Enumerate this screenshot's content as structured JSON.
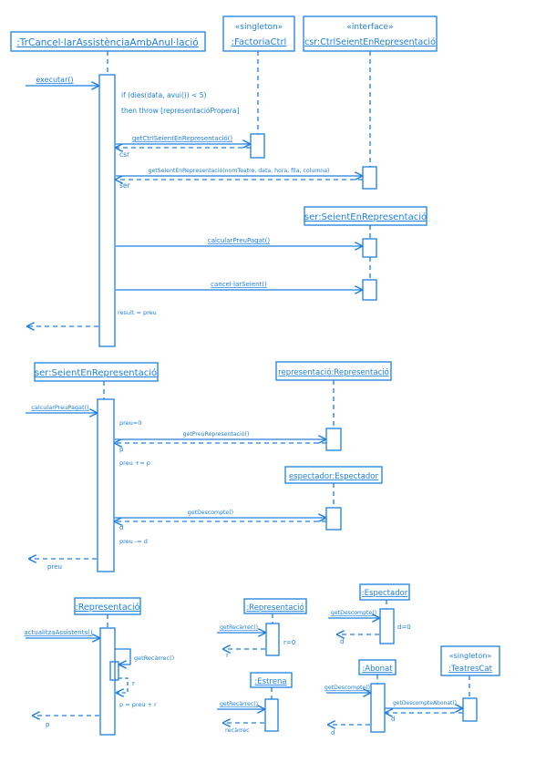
{
  "colors": {
    "ink": "#1e7fe0",
    "background": "#ffffff"
  },
  "d1": {
    "obj_trcancel": ":TrCancel·larAssistènciaAmbAnul·lació",
    "obj_factoria_stereo": "«singleton»",
    "obj_factoria": ":FactoriaCtrl",
    "obj_ctrl_stereo": "«interface»",
    "obj_ctrl": "csr:CtrlSeientEnRepresentació",
    "obj_ser": "ser:SeientEnRepresentació",
    "msg_executar": "executar()",
    "guard_line1": "if (dies(data, avui()) < 5)",
    "guard_line2": "then throw [representacióPropera]",
    "msg_getctrl": "getCtrlSeientEnRepresentació()",
    "ret_csr": "csr",
    "msg_getseient": "getSeientEnRepresentació(nomTeatre, data, hora, fila, columna)",
    "ret_ser": "ser",
    "msg_calcular": "calcularPreuPagat()",
    "msg_cancel": "cancel·larSeient()",
    "note_result": "result = preu"
  },
  "d2": {
    "obj_ser": "ser:SeientEnRepresentació",
    "obj_repr": "representació:Representació",
    "obj_espect": "espectador:Espectador",
    "msg_calcular": "calcularPreuPagat()",
    "note_preu0": "preu=0",
    "msg_getpreu": "getPreuRepresentació()",
    "ret_p": "p",
    "note_preu_plus": "preu += p",
    "msg_getdescompte": "getDescompte()",
    "ret_d": "d",
    "note_preu_minus": "preu -= d",
    "ret_preu": "preu"
  },
  "d3": {
    "obj_repr": ":Representació",
    "msg_actualitza": "actualitzaAssistents()",
    "msg_getrecarrec": "getRecàrrec()",
    "ret_r": "r",
    "note_p": "p = preu + r",
    "ret_p": "p"
  },
  "d4": {
    "obj_repr": ":Representació",
    "msg_getrecarrec": "getRecàrrec()",
    "note_r0": "r=0",
    "ret_r": "r",
    "obj_estrena": ":Estrena",
    "msg_getrecarrec2": "getRecàrrec()",
    "ret_recarrec": "recàrrec"
  },
  "d5": {
    "obj_espect": ":Espectador",
    "msg_getdescompte": "getDescompte()",
    "note_d0": "d=0",
    "ret_d": "d",
    "obj_abonat": ":Abonat",
    "obj_teatres_stereo": "«singleton»",
    "obj_teatres": ":TeatresCat",
    "msg_getdescompte2": "getDescompte()",
    "msg_getdescabonat": "getDescompteAbonat()",
    "ret_d2": "d",
    "ret_d3": "d"
  }
}
